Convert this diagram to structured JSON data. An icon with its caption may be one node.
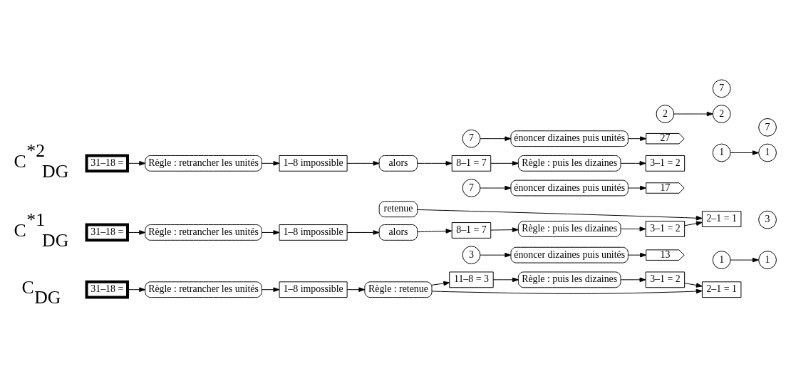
{
  "diagram": {
    "nodes": [
      {
        "text": [
          "31–18 ="
        ]
      },
      {
        "text": [
          "Règle : retrancher les unités"
        ]
      },
      {
        "text": [
          "1–8 impossible"
        ]
      },
      {
        "text": [
          "Règle : retenue"
        ]
      },
      {
        "text": [
          "11–8 = 3"
        ]
      },
      {
        "text": [
          "3"
        ]
      },
      {
        "text": [
          "Règle : puis les dizaines"
        ]
      },
      {
        "text": [
          "3–1 = 2"
        ]
      },
      {
        "text": [
          "2–1 = 1"
        ]
      },
      {
        "text": [
          "1"
        ]
      },
      {
        "text": [
          "énoncer dizaines puis unités"
        ]
      },
      {
        "text": [
          "1"
        ]
      },
      {
        "text": [
          "3"
        ]
      },
      {
        "text": [
          "13"
        ]
      },
      {
        "text": [
          "31–18 ="
        ]
      },
      {
        "text": [
          "Règle : retrancher les unités"
        ]
      },
      {
        "text": [
          "1–8 impossible"
        ]
      },
      {
        "text": [
          "alors"
        ]
      },
      {
        "text": [
          "retenue"
        ]
      },
      {
        "text": [
          "8–1 = 7"
        ]
      },
      {
        "text": [
          "7"
        ]
      },
      {
        "text": [
          "Règle : puis les dizaines"
        ]
      },
      {
        "text": [
          "3–1 = 2"
        ]
      },
      {
        "text": [
          "2–1 = 1"
        ]
      },
      {
        "text": [
          "1"
        ]
      },
      {
        "text": [
          "énoncer dizaines puis unités"
        ]
      },
      {
        "text": [
          "1"
        ]
      },
      {
        "text": [
          "7"
        ]
      },
      {
        "text": [
          "17"
        ]
      },
      {
        "text": [
          "31–18 ="
        ]
      },
      {
        "text": [
          "Règle : retrancher les unités"
        ]
      },
      {
        "text": [
          "1–8 impossible"
        ]
      },
      {
        "text": [
          "alors"
        ]
      },
      {
        "text": [
          "8–1 = 7"
        ]
      },
      {
        "text": [
          "7"
        ]
      },
      {
        "text": [
          "Règle : puis les dizaines"
        ]
      },
      {
        "text": [
          "3–1 = 2"
        ]
      },
      {
        "text": [
          "2"
        ]
      },
      {
        "text": [
          "énoncer dizaines puis unités"
        ]
      },
      {
        "text": [
          "2"
        ]
      },
      {
        "text": [
          "7"
        ]
      },
      {
        "text": [
          "27"
        ]
      }
    ],
    "edges": [
      {
        "from": 0,
        "to": 1,
        "arrow": "to"
      },
      {
        "from": 1,
        "to": 2,
        "arrow": "to"
      },
      {
        "from": 2,
        "to": 3,
        "arrow": "to"
      },
      {
        "from": 3,
        "to": 4,
        "arrow": "to"
      },
      {
        "from": 4,
        "to": 6,
        "arrow": "to"
      },
      {
        "from": 6,
        "to": 7,
        "arrow": "to"
      },
      {
        "from": 7,
        "to": 8,
        "arrow": "to"
      },
      {
        "from": 3,
        "to": 8,
        "arrow": "to"
      },
      {
        "from": 5,
        "to": 10,
        "arrow": "to"
      },
      {
        "from": 9,
        "to": 11,
        "arrow": "to"
      },
      {
        "from": 10,
        "to": 13,
        "arrow": "to"
      },
      {
        "from": 14,
        "to": 15,
        "arrow": "to"
      },
      {
        "from": 15,
        "to": 16,
        "arrow": "to"
      },
      {
        "from": 16,
        "to": 17,
        "arrow": "to"
      },
      {
        "from": 17,
        "to": 19,
        "arrow": "to"
      },
      {
        "from": 19,
        "to": 21,
        "arrow": "to"
      },
      {
        "from": 21,
        "to": 22,
        "arrow": "to"
      },
      {
        "from": 22,
        "to": 23,
        "arrow": "to"
      },
      {
        "from": 18,
        "to": 23,
        "arrow": "to"
      },
      {
        "from": 20,
        "to": 25,
        "arrow": "to"
      },
      {
        "from": 24,
        "to": 26,
        "arrow": "to"
      },
      {
        "from": 25,
        "to": 28,
        "arrow": "to"
      },
      {
        "from": 29,
        "to": 30,
        "arrow": "to"
      },
      {
        "from": 30,
        "to": 31,
        "arrow": "to"
      },
      {
        "from": 31,
        "to": 32,
        "arrow": "to"
      },
      {
        "from": 32,
        "to": 33,
        "arrow": "to"
      },
      {
        "from": 33,
        "to": 35,
        "arrow": "to"
      },
      {
        "from": 35,
        "to": 36,
        "arrow": "to"
      },
      {
        "from": 34,
        "to": 38,
        "arrow": "to"
      },
      {
        "from": 37,
        "to": 39,
        "arrow": "to"
      },
      {
        "from": 38,
        "to": 41,
        "arrow": "to"
      }
    ],
    "labels": [
      "C$_{DG}$",
      "C$^{*1}$$_{DG}$",
      "C$^{*2}$$_{DG}$"
    ]
  }
}
